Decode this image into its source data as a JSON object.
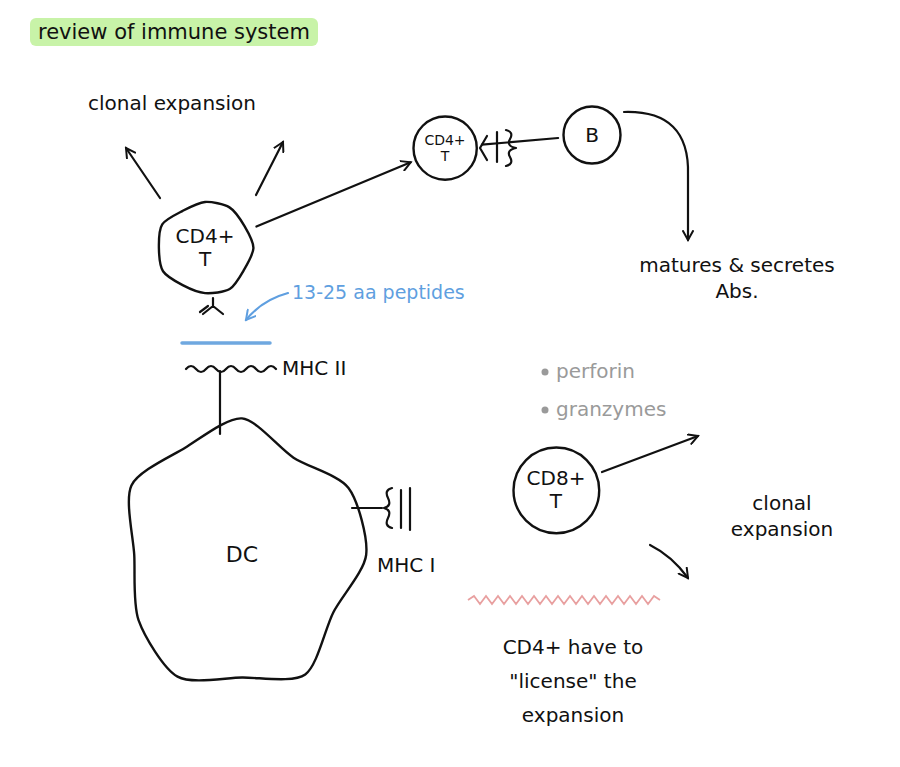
{
  "diagram": {
    "title": "review of immune system",
    "nodes": [
      {
        "text": [
          "CD4+ T"
        ]
      },
      {
        "text": [
          "CD4+ T"
        ]
      },
      {
        "text": [
          "B"
        ]
      },
      {
        "text": [
          "DC"
        ]
      },
      {
        "text": [
          "CD8+ T"
        ]
      }
    ],
    "edges": [
      {
        "from": 0,
        "to": 1,
        "arrow": "to"
      },
      {
        "from": 1,
        "to": 2,
        "arrow": "none"
      }
    ],
    "labels": [
      "clonal expansion",
      "13-25 aa peptides",
      "MHC II",
      "MHC I",
      "matures & secretes Abs.",
      "perforin",
      "granzymes",
      "clonal expansion",
      "CD4+ have to \"license\" the expansion"
    ]
  }
}
